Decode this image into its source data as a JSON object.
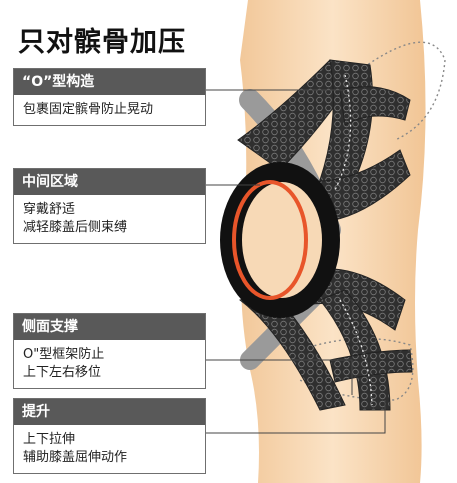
{
  "title": "只对髌骨加压",
  "cards": [
    {
      "header": "“O”型构造",
      "lines": [
        "包裹固定髌骨防止晃动"
      ]
    },
    {
      "header": "中间区域",
      "lines": [
        "穿戴舒适",
        "减轻膝盖后侧束缚"
      ]
    },
    {
      "header": "侧面支撑",
      "lines": [
        "O\"型框架防止",
        "上下左右移位"
      ]
    },
    {
      "header": "提升",
      "lines": [
        "上下拉伸",
        "辅助膝盖屈伸动作"
      ]
    }
  ],
  "colors": {
    "skin": "#f6d7b0",
    "brace": "#3a3a3a",
    "ring": "#e8552a",
    "header": "#595959"
  }
}
